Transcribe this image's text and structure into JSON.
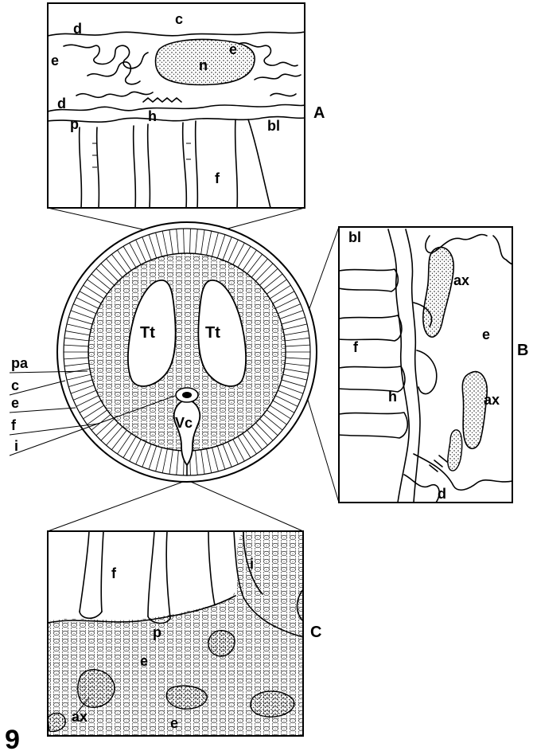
{
  "figure_number": "9",
  "panels": {
    "A": {
      "tag": "A",
      "labels": {
        "c": "c",
        "d_top": "d",
        "d_bottom": "d",
        "e_left": "e",
        "e_right": "e",
        "n": "n",
        "p": "p",
        "h": "h",
        "bl": "bl",
        "f": "f"
      }
    },
    "B": {
      "tag": "B",
      "labels": {
        "bl": "bl",
        "ax_top": "ax",
        "ax_bottom": "ax",
        "e": "e",
        "f": "f",
        "h": "h",
        "d": "d"
      }
    },
    "C": {
      "tag": "C",
      "labels": {
        "f": "f",
        "i": "i",
        "p": "p",
        "e_top": "e",
        "e_bottom": "e",
        "ax": "ax"
      }
    }
  },
  "cross_section": {
    "labels": {
      "Tt_left": "Tt",
      "Tt_right": "Tt",
      "Vc": "Vc"
    },
    "side_labels": {
      "pa": "pa",
      "c": "c",
      "e": "e",
      "f": "f",
      "i": "i"
    }
  }
}
